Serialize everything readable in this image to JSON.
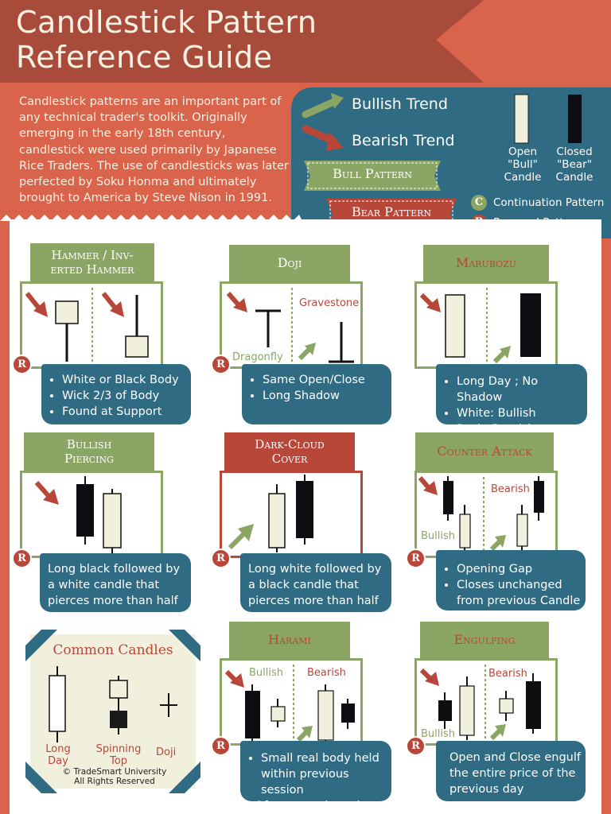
{
  "header": {
    "title_line1": "Candlestick Pattern",
    "title_line2": "Reference Guide"
  },
  "intro": "Candlestick patterns are an important part of any technical trader's toolkit. Originally emerging in the early 18th century, candlestick were used primarily by Japanese Rice Traders. The use of candlesticks was later perfected by Soku Honma and ultimately brought to America by Steve Nison in 1991.",
  "legend": {
    "bullish_trend": "Bullish Trend",
    "bearish_trend": "Bearish Trend",
    "bull_pattern": "Bull Pattern",
    "bear_pattern": "Bear Pattern",
    "open_candle": [
      "Open",
      "\"Bull\"",
      "Candle"
    ],
    "closed_candle": [
      "Closed",
      "\"Bear\"",
      "Candle"
    ],
    "continuation_badge": "C",
    "continuation_label": "Continuation Pattern",
    "reversal_badge": "R",
    "reversal_label": "Reversal Pattern"
  },
  "patterns": {
    "hammer": {
      "title_l1": "Hammer / Inv-",
      "title_l2": "erted Hammer",
      "bullets": [
        "White or Black Body",
        "Wick 2/3 of Body",
        "Found at Support"
      ]
    },
    "doji": {
      "title": "Doji",
      "gravestone": "Gravestone",
      "dragonfly": "Dragonfly",
      "bullets": [
        "Same Open/Close",
        "Long Shadow"
      ]
    },
    "marubozu": {
      "title": "Marubozu",
      "bullets": [
        "Long Day ; No Shadow",
        "White: Bullish",
        "Dark: Bearish"
      ]
    },
    "piercing": {
      "title_l1": "Bullish",
      "title_l2": "Piercing",
      "desc": "Long black followed by a white candle that pierces more than half way."
    },
    "darkcloud": {
      "title_l1": "Dark-Cloud",
      "title_l2": "Cover",
      "desc": "Long white followed by a black candle that pierces more than half way."
    },
    "counter": {
      "title": "Counter Attack",
      "bearish": "Bearish",
      "bullish": "Bullish",
      "bullets": [
        "Opening Gap",
        "Closes unchanged from previous Candle"
      ]
    },
    "harami": {
      "title": "Harami",
      "bullish": "Bullish",
      "bearish": "Bearish",
      "bullets": [
        "Small real body held within previous session",
        "Often opposite colors"
      ]
    },
    "engulfing": {
      "title": "Engulfing",
      "bearish": "Bearish",
      "bullish": "Bullish",
      "desc": "Open and Close engulf the entire price of the previous day"
    }
  },
  "common": {
    "title": "Common Candles",
    "long_day": [
      "Long",
      "Day"
    ],
    "spinning_top": [
      "Spinning",
      "Top"
    ],
    "doji": "Doji",
    "copyright_l1": "© TradeSmart University",
    "copyright_l2": "All Rights Reserved"
  },
  "badge_r": "R",
  "colors": {
    "background": "#d9634b",
    "header_band": "#a84b3b",
    "teal": "#2f6b82",
    "green": "#8aa564",
    "red": "#b8473a",
    "cream": "#f0f0dc",
    "dark": "#0e0e12"
  }
}
